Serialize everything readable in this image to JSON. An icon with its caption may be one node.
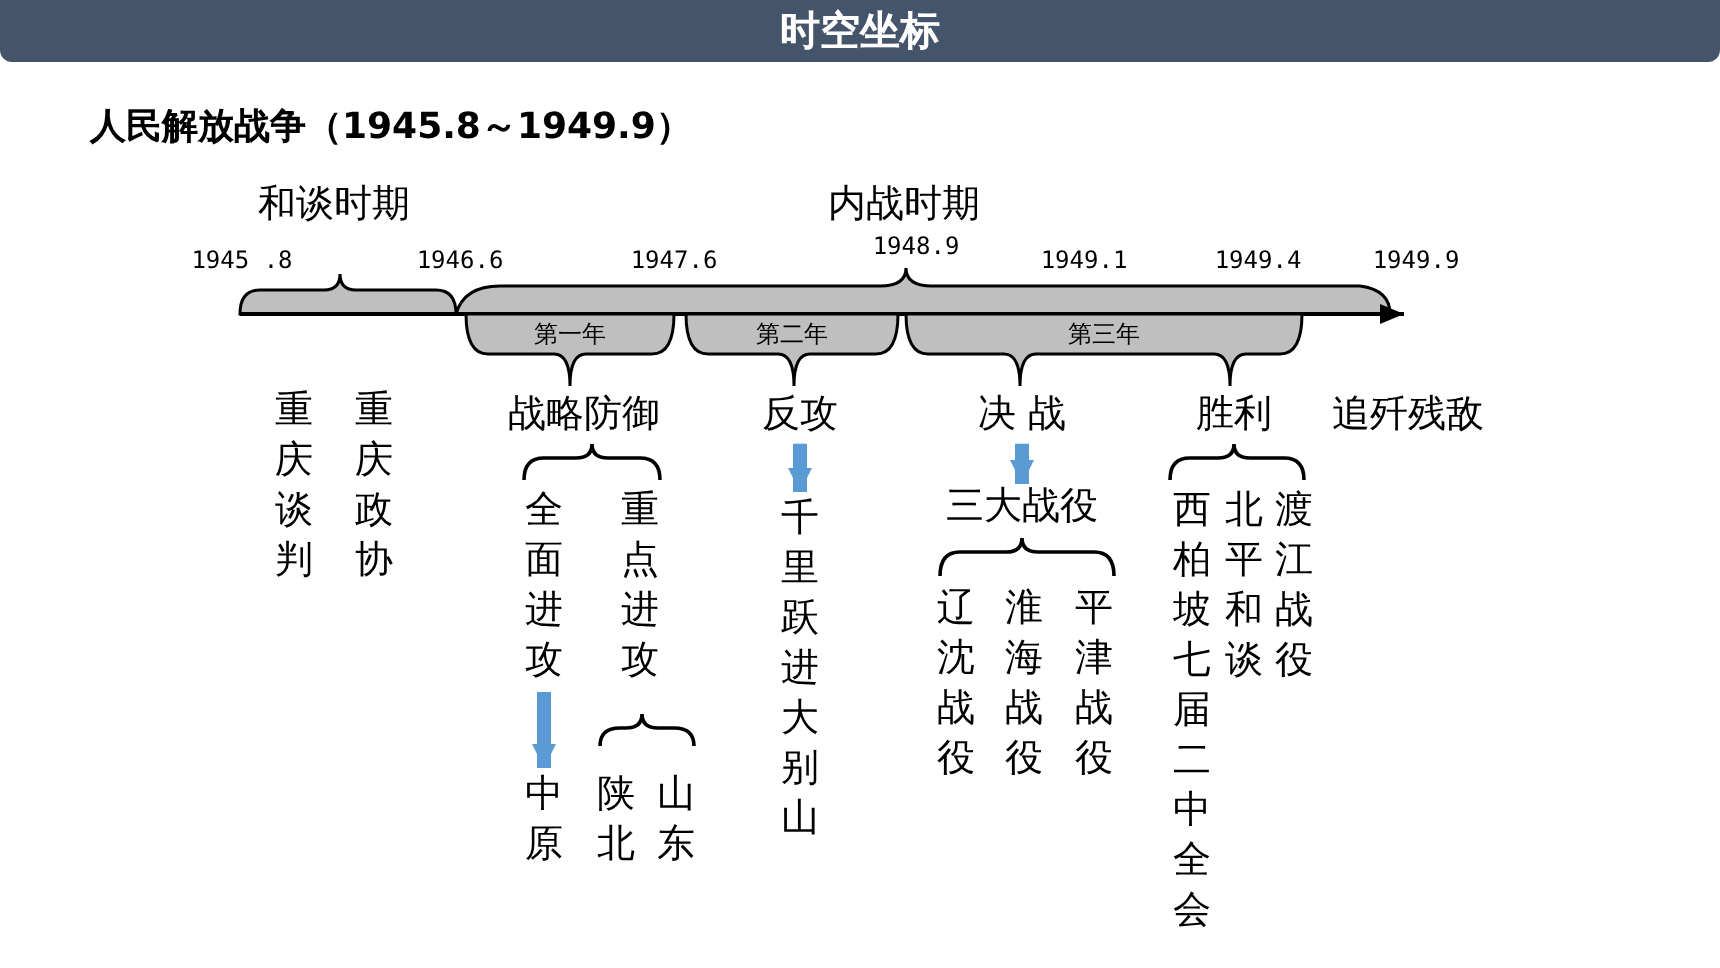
{
  "diagram": {
    "title": "时空坐标",
    "nodes": [
      {
        "text": [
          "第一年"
        ]
      },
      {
        "text": [
          "第二年"
        ]
      },
      {
        "text": [
          "第三年"
        ]
      },
      {
        "text": [
          "全面进攻"
        ]
      },
      {
        "text": [
          "中原"
        ]
      },
      {
        "text": [
          "反攻"
        ]
      },
      {
        "text": [
          "千里跃进大别山"
        ]
      },
      {
        "text": [
          "决 战"
        ]
      },
      {
        "text": [
          "三大战役"
        ]
      }
    ],
    "edges": [
      {
        "from": 3,
        "to": 4,
        "arrow": "to"
      },
      {
        "from": 5,
        "to": 6,
        "arrow": "to"
      },
      {
        "from": 7,
        "to": 8,
        "arrow": "to"
      }
    ],
    "labels": [
      "人民解放战争（1945.8～1949.9）",
      "和谈时期",
      "内战时期",
      "1945 .8",
      "1946.6",
      "1947.6",
      "1948.9",
      "1949.1",
      "1949.4",
      "1949.9",
      "重庆谈判",
      "重庆政协",
      "战略防御",
      "重点进攻",
      "陕北",
      "山东",
      "胜利",
      "追歼残敌",
      "辽沈战役",
      "淮海战役",
      "平津战役",
      "西柏坡七届二中全会",
      "北平和谈",
      "渡江战役"
    ]
  }
}
